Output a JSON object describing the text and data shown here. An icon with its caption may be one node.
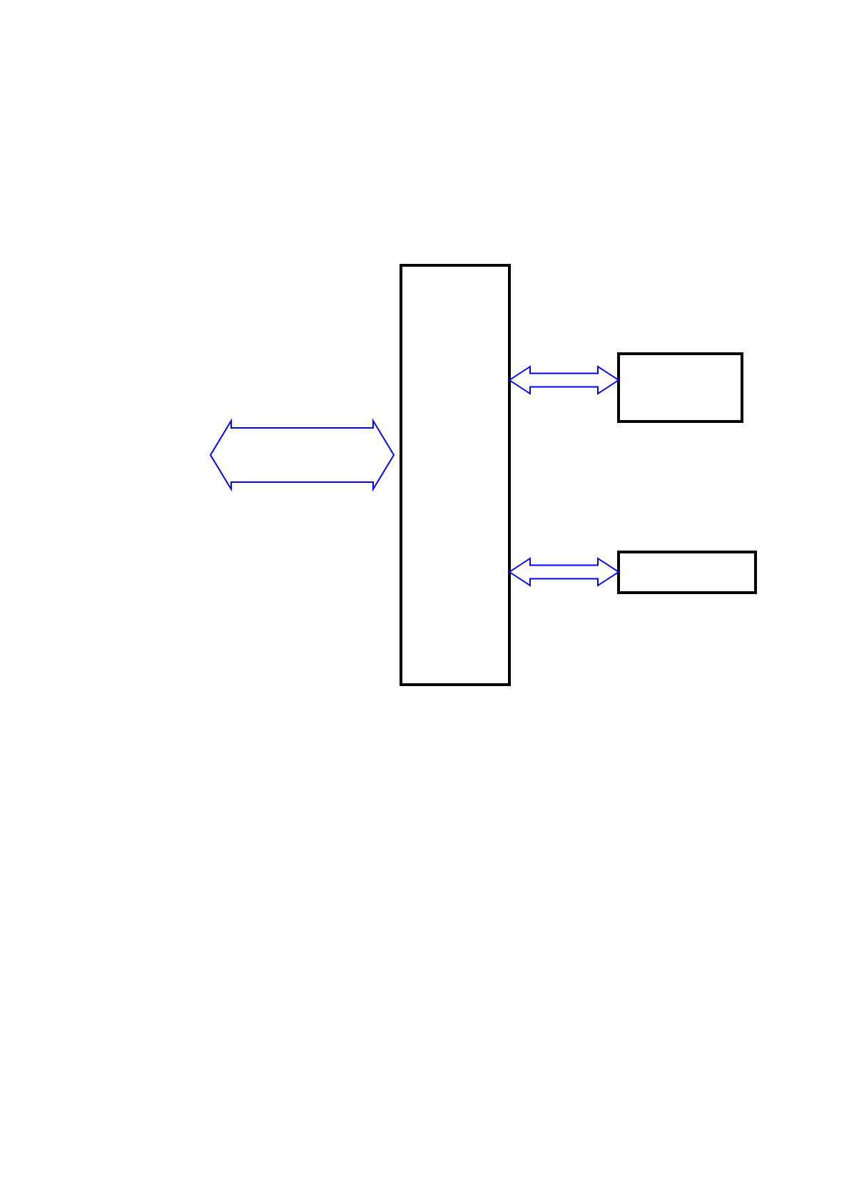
{
  "diagram": {
    "nodes": [
      {
        "text": [],
        "shape": "box"
      },
      {
        "text": [],
        "shape": "box"
      },
      {
        "text": [],
        "shape": "box"
      }
    ],
    "edges": [
      {
        "from": null,
        "to": 0,
        "arrow": "both"
      },
      {
        "from": 0,
        "to": 1,
        "arrow": "both"
      },
      {
        "from": 0,
        "to": 2,
        "arrow": "both"
      }
    ]
  }
}
